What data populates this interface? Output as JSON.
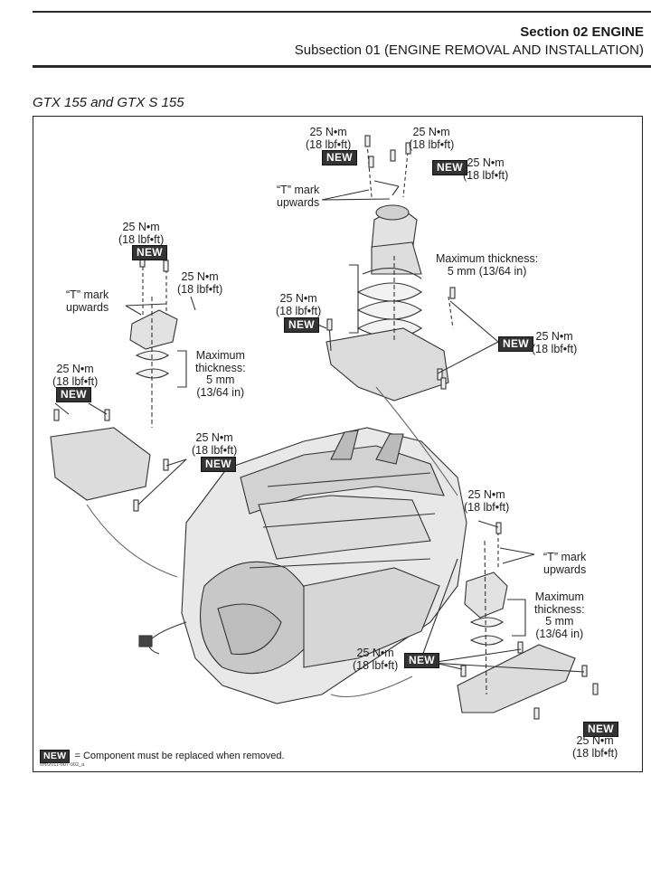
{
  "header": {
    "section": "Section 02  ENGINE",
    "subsection": "Subsection 01   (ENGINE REMOVAL AND INSTALLATION)"
  },
  "model": "GTX 155 and GTX S 155",
  "labels": {
    "torque_nm": "25 N•m",
    "torque_lbf": "(18 lbf•ft)",
    "new_badge": "NEW",
    "t_mark_1": "“T” mark",
    "t_mark_2": "upwards",
    "max_1": "Maximum",
    "max_thickness": "Maximum thickness:",
    "thickness": "thickness:",
    "mm": "5 mm",
    "mm_in": "5 mm (13/64 in)",
    "inch": "(13/64 in)"
  },
  "legend": {
    "badge": "NEW",
    "text": "= Component must be replaced when removed."
  },
  "figure_code": "smr2011-007-002_a",
  "colors": {
    "badge_bg": "#333333",
    "line": "#333333"
  }
}
